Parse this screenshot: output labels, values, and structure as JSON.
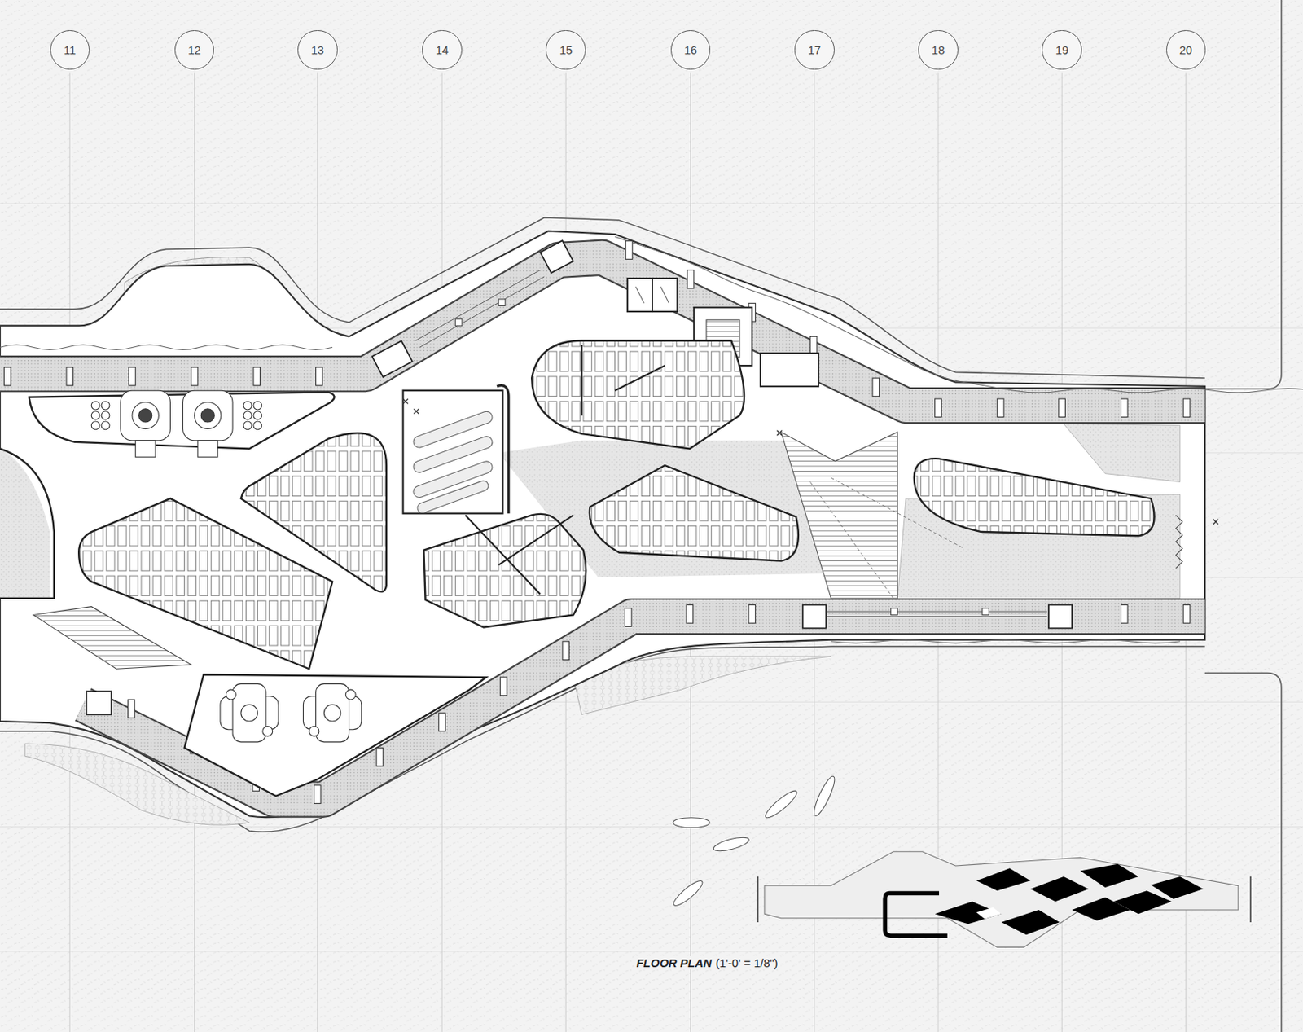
{
  "diagram": {
    "caption": "FLOOR PLAN",
    "nodes": [
      {
        "text": [
          "11"
        ]
      },
      {
        "text": [
          "12"
        ]
      },
      {
        "text": [
          "13"
        ]
      },
      {
        "text": [
          "14"
        ]
      },
      {
        "text": [
          "15"
        ]
      },
      {
        "text": [
          "16"
        ]
      },
      {
        "text": [
          "17"
        ]
      },
      {
        "text": [
          "18"
        ]
      },
      {
        "text": [
          "19"
        ]
      },
      {
        "text": [
          "20"
        ]
      }
    ],
    "labels": [
      "(1'-0' = 1/8\")"
    ]
  }
}
